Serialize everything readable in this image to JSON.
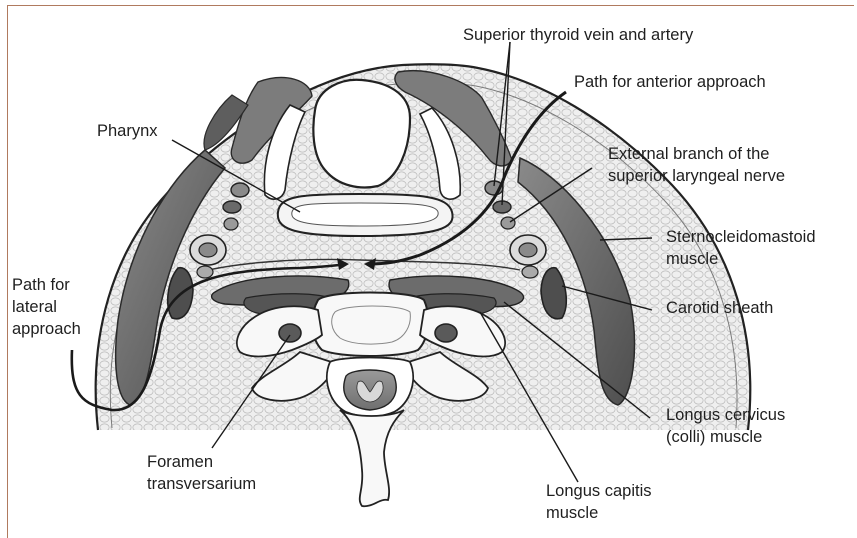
{
  "labels": {
    "superior_thyroid": "Superior thyroid vein and artery",
    "anterior_path": "Path for anterior approach",
    "pharynx": "Pharynx",
    "ext_branch_l1": "External branch of the",
    "ext_branch_l2": "superior laryngeal nerve",
    "scm_l1": "Sternocleidomastoid",
    "scm_l2": "muscle",
    "lateral_l1": "Path for",
    "lateral_l2": "lateral",
    "lateral_l3": "approach",
    "carotid": "Carotid sheath",
    "longus_cervicus_l1": "Longus cervicus",
    "longus_cervicus_l2": "(colli) muscle",
    "foramen_l1": "Foramen",
    "foramen_l2": "transversarium",
    "longus_capitis_l1": "Longus capitis",
    "longus_capitis_l2": "muscle"
  },
  "colors": {
    "frame": "#b07a5e",
    "ink": "#1f1f1f",
    "fascia": "#ececec",
    "muscle_dark": "#6a6a6a",
    "bone": "#f6f6f6"
  }
}
